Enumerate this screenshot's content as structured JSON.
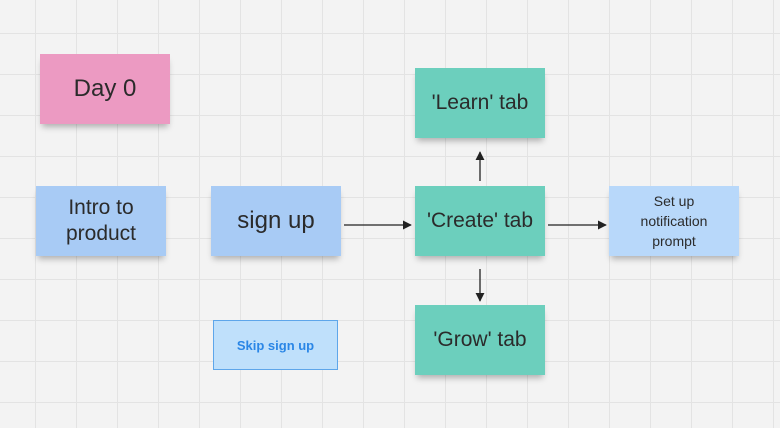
{
  "board": {
    "notes": {
      "day0": "Day 0",
      "intro": "Intro to product",
      "signup": "sign up",
      "create_tab": "'Create' tab",
      "learn_tab": "'Learn' tab",
      "grow_tab": "'Grow' tab",
      "notification": "Set up notification prompt"
    },
    "skip_button": "Skip sign up"
  },
  "colors": {
    "pink_note": "#ec9ac2",
    "blue_note": "#a8cbf5",
    "teal_note": "#6ccfbd",
    "light_blue_note": "#b8d8fa",
    "skip_button_border": "#5ea6ea",
    "skip_button_text": "#2a86e6"
  }
}
